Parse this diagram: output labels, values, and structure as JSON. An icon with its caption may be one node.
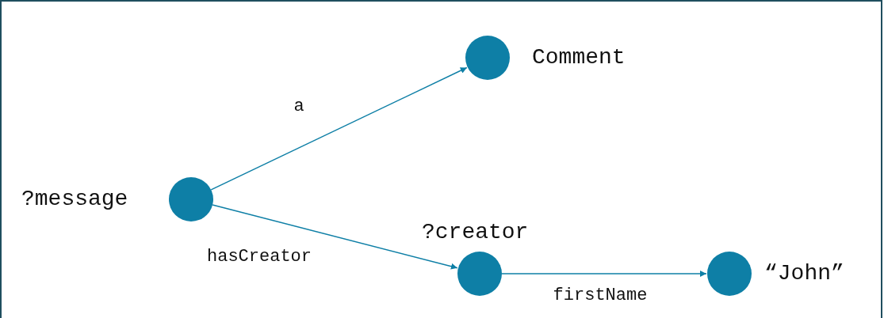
{
  "diagram": {
    "nodes": [
      {
        "text": [],
        "shape": "circle",
        "beside": [
          "?message"
        ]
      },
      {
        "text": [],
        "shape": "circle",
        "beside": [
          "Comment"
        ]
      },
      {
        "text": [],
        "shape": "circle",
        "beside": [
          "?creator"
        ]
      },
      {
        "text": [],
        "shape": "circle",
        "beside": [
          "“John”"
        ]
      }
    ],
    "edges": [
      {
        "from": 0,
        "to": 1,
        "arrow": "to",
        "label": "a"
      },
      {
        "from": 0,
        "to": 2,
        "arrow": "to",
        "label": "hasCreator"
      },
      {
        "from": 2,
        "to": 3,
        "arrow": "to",
        "label": "firstName"
      }
    ]
  }
}
